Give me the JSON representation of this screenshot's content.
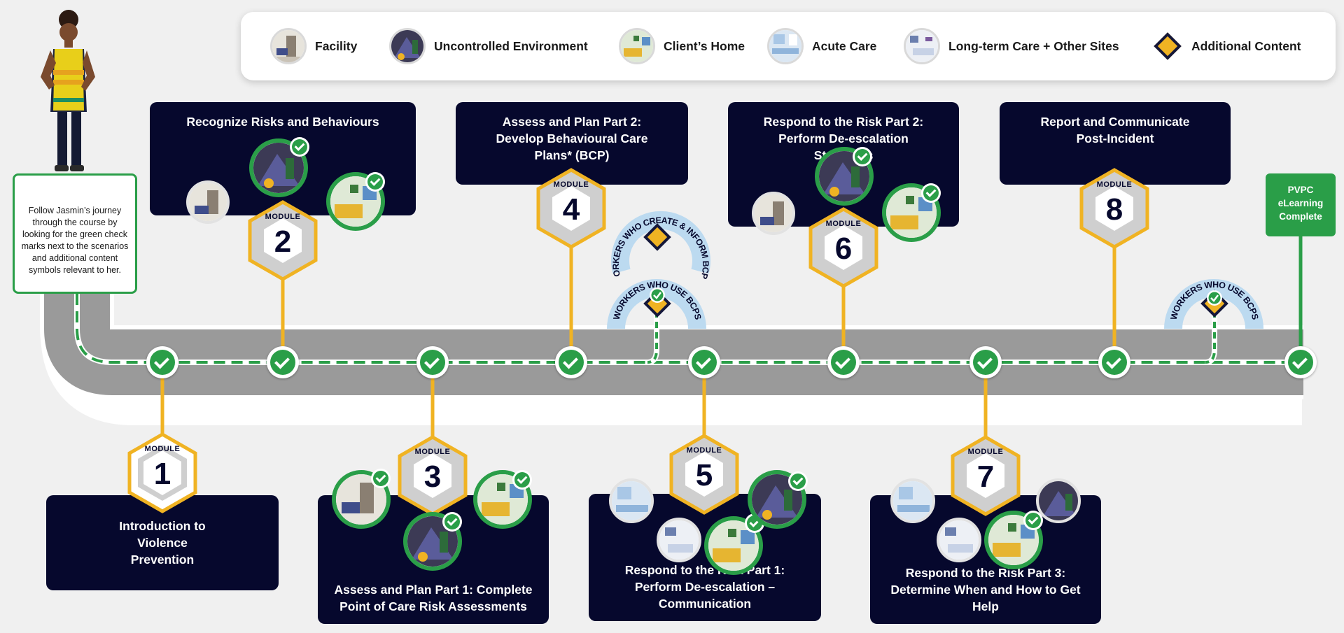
{
  "legend": {
    "items": [
      {
        "label": "Facility",
        "icon": "facility-icon"
      },
      {
        "label": "Uncontrolled Environment",
        "icon": "uncontrolled-environment-icon"
      },
      {
        "label": "Client’s Home",
        "icon": "clients-home-icon"
      },
      {
        "label": "Acute Care",
        "icon": "acute-care-icon"
      },
      {
        "label": "Long-term Care + Other Sites",
        "icon": "long-term-care-icon"
      },
      {
        "label": "Additional Content",
        "icon": "additional-content-diamond-icon"
      }
    ]
  },
  "intro_note": "Follow Jasmin’s journey through the course by looking for the green check marks next to the scenarios and additional content symbols relevant to her.",
  "module_word": "MODULE",
  "modules": [
    {
      "number": "1",
      "title": "Introduction to Violence Prevention"
    },
    {
      "number": "2",
      "title": "Recognize Risks and Behaviours"
    },
    {
      "number": "3",
      "title": "Assess and Plan Part 1: Complete Point of Care Risk Assessments"
    },
    {
      "number": "4",
      "title": "Assess and Plan Part 2: Develop Behavioural Care Plans* (BCP)"
    },
    {
      "number": "5",
      "title": "Respond to the Risk Part 1: Perform De-escalation – Communication"
    },
    {
      "number": "6",
      "title": "Respond to the Risk Part 2: Perform De-escalation Strategies"
    },
    {
      "number": "7",
      "title": "Respond to the Risk Part 3: Determine When and How to Get Help"
    },
    {
      "number": "8",
      "title": "Report and Communicate Post-Incident"
    }
  ],
  "arc_labels": {
    "create_inform": "WORKERS WHO CREATE & INFORM BCPS",
    "use_1": "WORKERS WHO USE BCPS",
    "use_2": "WORKERS WHO USE BCPS"
  },
  "completion": {
    "line1": "PVPC",
    "line2": "eLearning",
    "line3": "Complete"
  },
  "colors": {
    "navy": "#06082d",
    "green": "#2a9e48",
    "gold": "#f0b323",
    "road": "#9a9a9a",
    "arc": "#bcdaf0",
    "background": "#f0f0f0"
  }
}
